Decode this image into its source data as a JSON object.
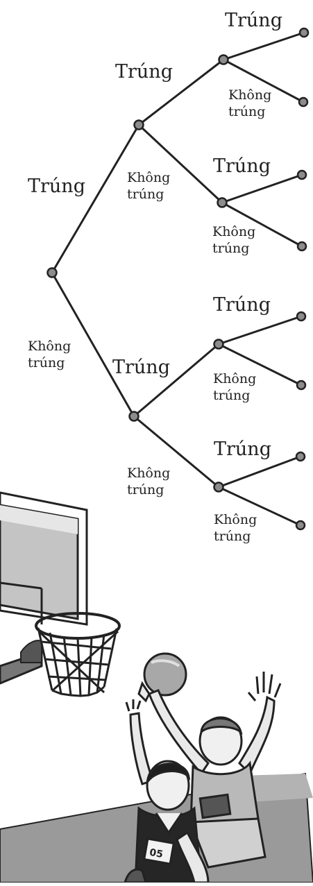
{
  "tree": {
    "hit": "Trúng",
    "miss_line1": "Không",
    "miss_line2": "trúng"
  },
  "illustration": {
    "subject": "two basketball players reaching for a ball near a basketball hoop",
    "jersey_number": "05"
  },
  "colors": {
    "line": "#222222",
    "node_fill": "#8c8c8c",
    "court": "#9a9a9a",
    "backboard": "#bdbdbd",
    "ball": "#a8a8a8"
  }
}
